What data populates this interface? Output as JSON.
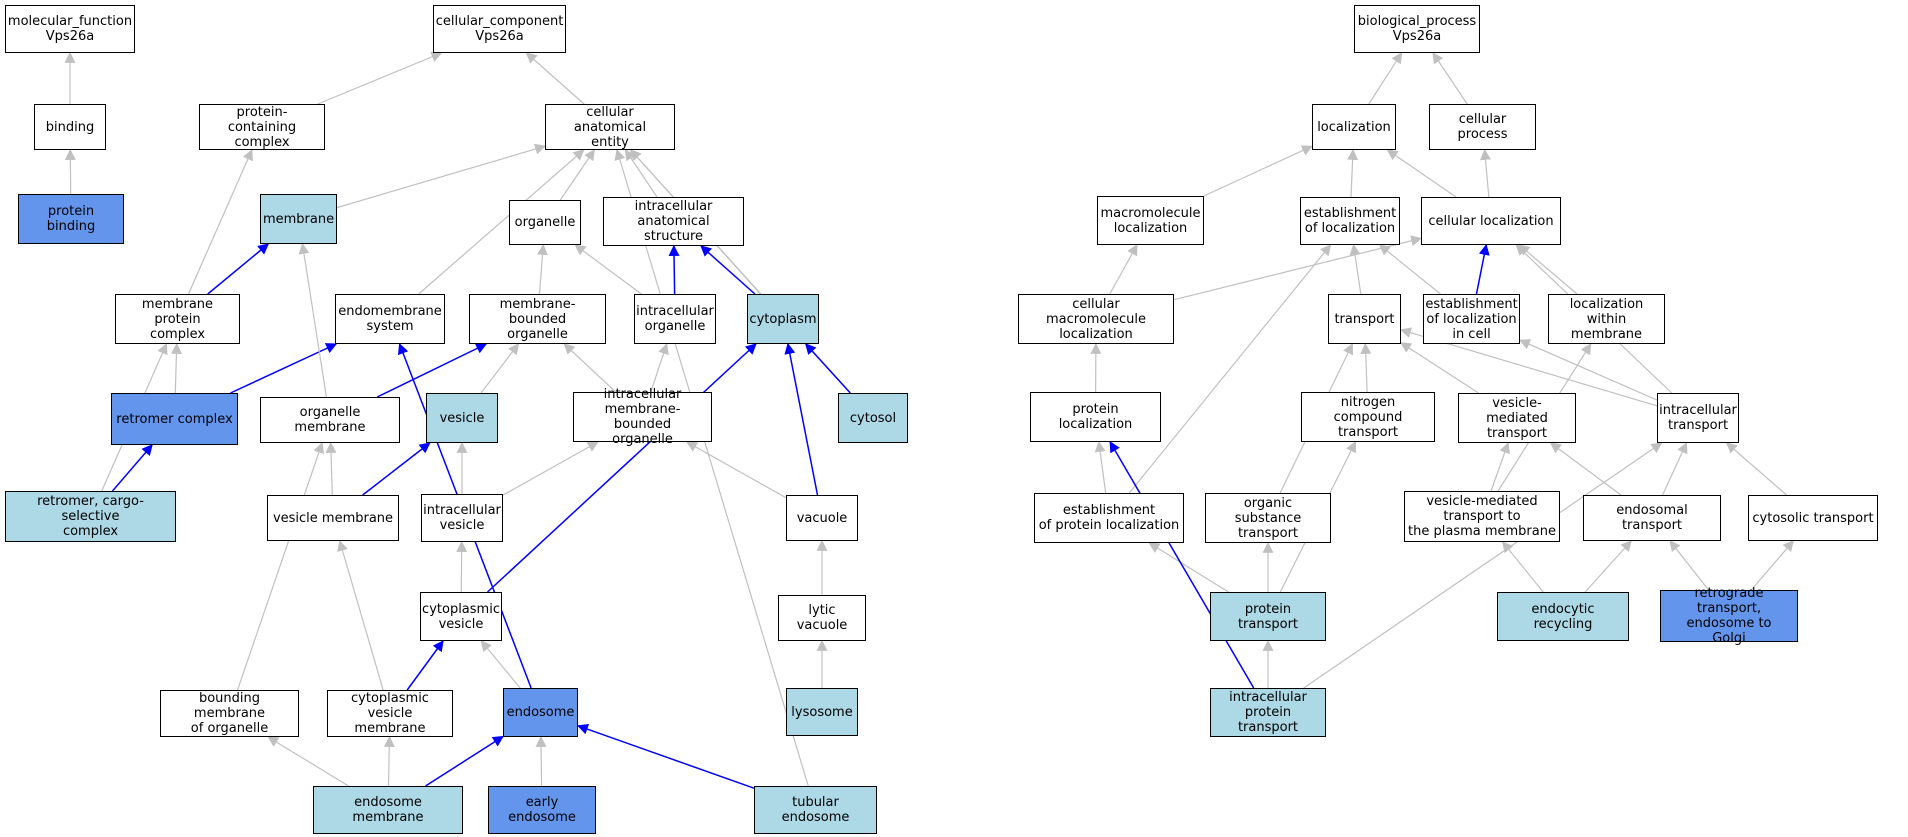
{
  "colors": {
    "white": "#ffffff",
    "light": "#add8e6",
    "dark": "#6495ed",
    "edge_gray": "#c0c0c0",
    "edge_blue": "#0000ff"
  },
  "nodes": [
    {
      "id": "mf_root",
      "label": "molecular_function\nVps26a",
      "fill": "white"
    },
    {
      "id": "binding",
      "label": "binding",
      "fill": "white"
    },
    {
      "id": "protein_binding",
      "label": "protein binding",
      "fill": "dark"
    },
    {
      "id": "cc_root",
      "label": "cellular_component\nVps26a",
      "fill": "white"
    },
    {
      "id": "protein_containing_complex",
      "label": "protein-containing\ncomplex",
      "fill": "white"
    },
    {
      "id": "cellular_anatomical_entity",
      "label": "cellular anatomical\nentity",
      "fill": "white"
    },
    {
      "id": "membrane",
      "label": "membrane",
      "fill": "light"
    },
    {
      "id": "organelle",
      "label": "organelle",
      "fill": "white"
    },
    {
      "id": "intracellular_anatomical_structure",
      "label": "intracellular\nanatomical structure",
      "fill": "white"
    },
    {
      "id": "membrane_protein_complex",
      "label": "membrane protein\ncomplex",
      "fill": "white"
    },
    {
      "id": "endomembrane_system",
      "label": "endomembrane\nsystem",
      "fill": "white"
    },
    {
      "id": "membrane_bounded_organelle",
      "label": "membrane-bounded\norganelle",
      "fill": "white"
    },
    {
      "id": "intracellular_organelle",
      "label": "intracellular\norganelle",
      "fill": "white"
    },
    {
      "id": "cytoplasm",
      "label": "cytoplasm",
      "fill": "light"
    },
    {
      "id": "retromer_complex",
      "label": "retromer complex",
      "fill": "dark"
    },
    {
      "id": "organelle_membrane",
      "label": "organelle membrane",
      "fill": "white"
    },
    {
      "id": "vesicle",
      "label": "vesicle",
      "fill": "light"
    },
    {
      "id": "intracellular_membrane_bounded_organelle",
      "label": "intracellular\nmembrane-bounded\norganelle",
      "fill": "white"
    },
    {
      "id": "cytosol",
      "label": "cytosol",
      "fill": "light"
    },
    {
      "id": "retromer_cargo_selective_complex",
      "label": "retromer, cargo-selective\ncomplex",
      "fill": "light"
    },
    {
      "id": "vesicle_membrane",
      "label": "vesicle membrane",
      "fill": "white"
    },
    {
      "id": "intracellular_vesicle",
      "label": "intracellular\nvesicle",
      "fill": "white"
    },
    {
      "id": "vacuole",
      "label": "vacuole",
      "fill": "white"
    },
    {
      "id": "cytoplasmic_vesicle",
      "label": "cytoplasmic\nvesicle",
      "fill": "white"
    },
    {
      "id": "lytic_vacuole",
      "label": "lytic vacuole",
      "fill": "white"
    },
    {
      "id": "bounding_membrane_of_organelle",
      "label": "bounding membrane\nof organelle",
      "fill": "white"
    },
    {
      "id": "cytoplasmic_vesicle_membrane",
      "label": "cytoplasmic\nvesicle membrane",
      "fill": "white"
    },
    {
      "id": "endosome",
      "label": "endosome",
      "fill": "dark"
    },
    {
      "id": "lysosome",
      "label": "lysosome",
      "fill": "light"
    },
    {
      "id": "endosome_membrane",
      "label": "endosome membrane",
      "fill": "light"
    },
    {
      "id": "early_endosome",
      "label": "early endosome",
      "fill": "dark"
    },
    {
      "id": "tubular_endosome",
      "label": "tubular endosome",
      "fill": "light"
    },
    {
      "id": "bp_root",
      "label": "biological_process\nVps26a",
      "fill": "white"
    },
    {
      "id": "localization",
      "label": "localization",
      "fill": "white"
    },
    {
      "id": "cellular_process",
      "label": "cellular process",
      "fill": "white"
    },
    {
      "id": "macromolecule_localization",
      "label": "macromolecule\nlocalization",
      "fill": "white"
    },
    {
      "id": "establishment_of_localization",
      "label": "establishment\nof localization",
      "fill": "white"
    },
    {
      "id": "cellular_localization",
      "label": "cellular localization",
      "fill": "white"
    },
    {
      "id": "cellular_macromolecule_localization",
      "label": "cellular macromolecule\nlocalization",
      "fill": "white"
    },
    {
      "id": "transport",
      "label": "transport",
      "fill": "white"
    },
    {
      "id": "establishment_of_localization_in_cell",
      "label": "establishment\nof localization\nin cell",
      "fill": "white"
    },
    {
      "id": "localization_within_membrane",
      "label": "localization\nwithin membrane",
      "fill": "white"
    },
    {
      "id": "protein_localization",
      "label": "protein localization",
      "fill": "white"
    },
    {
      "id": "nitrogen_compound_transport",
      "label": "nitrogen compound\ntransport",
      "fill": "white"
    },
    {
      "id": "vesicle_mediated_transport",
      "label": "vesicle-mediated\ntransport",
      "fill": "white"
    },
    {
      "id": "intracellular_transport",
      "label": "intracellular\ntransport",
      "fill": "white"
    },
    {
      "id": "establishment_of_protein_localization",
      "label": "establishment\nof protein localization",
      "fill": "white"
    },
    {
      "id": "organic_substance_transport",
      "label": "organic substance\ntransport",
      "fill": "white"
    },
    {
      "id": "vesicle_mediated_transport_to_pm",
      "label": "vesicle-mediated\ntransport to\nthe plasma membrane",
      "fill": "white"
    },
    {
      "id": "endosomal_transport",
      "label": "endosomal transport",
      "fill": "white"
    },
    {
      "id": "cytosolic_transport",
      "label": "cytosolic transport",
      "fill": "white"
    },
    {
      "id": "protein_transport",
      "label": "protein transport",
      "fill": "light"
    },
    {
      "id": "endocytic_recycling",
      "label": "endocytic recycling",
      "fill": "light"
    },
    {
      "id": "retrograde_transport",
      "label": "retrograde transport,\nendosome to\nGolgi",
      "fill": "dark"
    },
    {
      "id": "intracellular_protein_transport",
      "label": "intracellular\nprotein transport",
      "fill": "light"
    }
  ],
  "edges": [
    {
      "from": "binding",
      "to": "mf_root",
      "color": "edge_gray"
    },
    {
      "from": "protein_binding",
      "to": "binding",
      "color": "edge_gray"
    },
    {
      "from": "protein_containing_complex",
      "to": "cc_root",
      "color": "edge_gray"
    },
    {
      "from": "cellular_anatomical_entity",
      "to": "cc_root",
      "color": "edge_gray"
    },
    {
      "from": "membrane",
      "to": "cellular_anatomical_entity",
      "color": "edge_gray"
    },
    {
      "from": "organelle",
      "to": "cellular_anatomical_entity",
      "color": "edge_gray"
    },
    {
      "from": "intracellular_anatomical_structure",
      "to": "cellular_anatomical_entity",
      "color": "edge_gray"
    },
    {
      "from": "endomembrane_system",
      "to": "cellular_anatomical_entity",
      "color": "edge_gray"
    },
    {
      "from": "cytoplasm",
      "to": "cellular_anatomical_entity",
      "color": "edge_gray"
    },
    {
      "from": "cytosol",
      "to": "cellular_anatomical_entity",
      "color": "edge_gray"
    },
    {
      "from": "tubular_endosome",
      "to": "cellular_anatomical_entity",
      "color": "edge_gray"
    },
    {
      "from": "membrane_protein_complex",
      "to": "protein_containing_complex",
      "color": "edge_gray"
    },
    {
      "from": "membrane_protein_complex",
      "to": "membrane",
      "color": "edge_blue"
    },
    {
      "from": "retromer_complex",
      "to": "membrane_protein_complex",
      "color": "edge_gray"
    },
    {
      "from": "retromer_complex",
      "to": "endomembrane_system",
      "color": "edge_blue"
    },
    {
      "from": "retromer_cargo_selective_complex",
      "to": "retromer_complex",
      "color": "edge_blue"
    },
    {
      "from": "retromer_cargo_selective_complex",
      "to": "membrane_protein_complex",
      "color": "edge_gray"
    },
    {
      "from": "membrane_bounded_organelle",
      "to": "organelle",
      "color": "edge_gray"
    },
    {
      "from": "intracellular_organelle",
      "to": "organelle",
      "color": "edge_gray"
    },
    {
      "from": "intracellular_organelle",
      "to": "intracellular_anatomical_structure",
      "color": "edge_blue"
    },
    {
      "from": "cytoplasm",
      "to": "intracellular_anatomical_structure",
      "color": "edge_blue"
    },
    {
      "from": "organelle_membrane",
      "to": "membrane",
      "color": "edge_gray"
    },
    {
      "from": "organelle_membrane",
      "to": "membrane_bounded_organelle",
      "color": "edge_blue"
    },
    {
      "from": "vesicle",
      "to": "membrane_bounded_organelle",
      "color": "edge_gray"
    },
    {
      "from": "intracellular_membrane_bounded_organelle",
      "to": "membrane_bounded_organelle",
      "color": "edge_gray"
    },
    {
      "from": "intracellular_membrane_bounded_organelle",
      "to": "intracellular_organelle",
      "color": "edge_gray"
    },
    {
      "from": "cytosol",
      "to": "cytoplasm",
      "color": "edge_blue"
    },
    {
      "from": "vesicle_membrane",
      "to": "organelle_membrane",
      "color": "edge_gray"
    },
    {
      "from": "vesicle_membrane",
      "to": "vesicle",
      "color": "edge_blue"
    },
    {
      "from": "intracellular_vesicle",
      "to": "vesicle",
      "color": "edge_gray"
    },
    {
      "from": "intracellular_vesicle",
      "to": "intracellular_membrane_bounded_organelle",
      "color": "edge_gray"
    },
    {
      "from": "vacuole",
      "to": "intracellular_membrane_bounded_organelle",
      "color": "edge_gray"
    },
    {
      "from": "vacuole",
      "to": "cytoplasm",
      "color": "edge_blue"
    },
    {
      "from": "cytoplasmic_vesicle",
      "to": "intracellular_vesicle",
      "color": "edge_gray"
    },
    {
      "from": "cytoplasmic_vesicle",
      "to": "cytoplasm",
      "color": "edge_blue"
    },
    {
      "from": "lytic_vacuole",
      "to": "vacuole",
      "color": "edge_gray"
    },
    {
      "from": "bounding_membrane_of_organelle",
      "to": "organelle_membrane",
      "color": "edge_gray"
    },
    {
      "from": "cytoplasmic_vesicle_membrane",
      "to": "vesicle_membrane",
      "color": "edge_gray"
    },
    {
      "from": "cytoplasmic_vesicle_membrane",
      "to": "cytoplasmic_vesicle",
      "color": "edge_blue"
    },
    {
      "from": "endosome",
      "to": "cytoplasmic_vesicle",
      "color": "edge_gray"
    },
    {
      "from": "endosome",
      "to": "endomembrane_system",
      "color": "edge_blue"
    },
    {
      "from": "lysosome",
      "to": "lytic_vacuole",
      "color": "edge_gray"
    },
    {
      "from": "endosome_membrane",
      "to": "bounding_membrane_of_organelle",
      "color": "edge_gray"
    },
    {
      "from": "endosome_membrane",
      "to": "cytoplasmic_vesicle_membrane",
      "color": "edge_gray"
    },
    {
      "from": "endosome_membrane",
      "to": "endosome",
      "color": "edge_blue"
    },
    {
      "from": "early_endosome",
      "to": "endosome",
      "color": "edge_gray"
    },
    {
      "from": "tubular_endosome",
      "to": "endosome",
      "color": "edge_blue"
    },
    {
      "from": "localization",
      "to": "bp_root",
      "color": "edge_gray"
    },
    {
      "from": "cellular_process",
      "to": "bp_root",
      "color": "edge_gray"
    },
    {
      "from": "macromolecule_localization",
      "to": "localization",
      "color": "edge_gray"
    },
    {
      "from": "establishment_of_localization",
      "to": "localization",
      "color": "edge_gray"
    },
    {
      "from": "cellular_localization",
      "to": "localization",
      "color": "edge_gray"
    },
    {
      "from": "cellular_localization",
      "to": "cellular_process",
      "color": "edge_gray"
    },
    {
      "from": "cellular_macromolecule_localization",
      "to": "macromolecule_localization",
      "color": "edge_gray"
    },
    {
      "from": "cellular_macromolecule_localization",
      "to": "cellular_localization",
      "color": "edge_gray"
    },
    {
      "from": "transport",
      "to": "establishment_of_localization",
      "color": "edge_gray"
    },
    {
      "from": "establishment_of_localization_in_cell",
      "to": "establishment_of_localization",
      "color": "edge_gray"
    },
    {
      "from": "establishment_of_localization_in_cell",
      "to": "cellular_localization",
      "color": "edge_blue"
    },
    {
      "from": "localization_within_membrane",
      "to": "cellular_localization",
      "color": "edge_gray"
    },
    {
      "from": "intracellular_transport",
      "to": "cellular_localization",
      "color": "edge_gray"
    },
    {
      "from": "protein_localization",
      "to": "cellular_macromolecule_localization",
      "color": "edge_gray"
    },
    {
      "from": "establishment_of_protein_localization",
      "to": "establishment_of_localization",
      "color": "edge_gray"
    },
    {
      "from": "establishment_of_protein_localization",
      "to": "protein_localization",
      "color": "edge_gray"
    },
    {
      "from": "nitrogen_compound_transport",
      "to": "transport",
      "color": "edge_gray"
    },
    {
      "from": "vesicle_mediated_transport",
      "to": "transport",
      "color": "edge_gray"
    },
    {
      "from": "intracellular_transport",
      "to": "transport",
      "color": "edge_gray"
    },
    {
      "from": "intracellular_transport",
      "to": "establishment_of_localization_in_cell",
      "color": "edge_gray"
    },
    {
      "from": "organic_substance_transport",
      "to": "transport",
      "color": "edge_gray"
    },
    {
      "from": "vesicle_mediated_transport_to_pm",
      "to": "vesicle_mediated_transport",
      "color": "edge_gray"
    },
    {
      "from": "vesicle_mediated_transport_to_pm",
      "to": "localization_within_membrane",
      "color": "edge_gray"
    },
    {
      "from": "endosomal_transport",
      "to": "vesicle_mediated_transport",
      "color": "edge_gray"
    },
    {
      "from": "endosomal_transport",
      "to": "intracellular_transport",
      "color": "edge_gray"
    },
    {
      "from": "cytosolic_transport",
      "to": "intracellular_transport",
      "color": "edge_gray"
    },
    {
      "from": "protein_transport",
      "to": "establishment_of_protein_localization",
      "color": "edge_gray"
    },
    {
      "from": "protein_transport",
      "to": "organic_substance_transport",
      "color": "edge_gray"
    },
    {
      "from": "protein_transport",
      "to": "nitrogen_compound_transport",
      "color": "edge_gray"
    },
    {
      "from": "endocytic_recycling",
      "to": "vesicle_mediated_transport_to_pm",
      "color": "edge_gray"
    },
    {
      "from": "endocytic_recycling",
      "to": "endosomal_transport",
      "color": "edge_gray"
    },
    {
      "from": "retrograde_transport",
      "to": "endosomal_transport",
      "color": "edge_gray"
    },
    {
      "from": "retrograde_transport",
      "to": "cytosolic_transport",
      "color": "edge_gray"
    },
    {
      "from": "intracellular_protein_transport",
      "to": "protein_transport",
      "color": "edge_gray"
    },
    {
      "from": "intracellular_protein_transport",
      "to": "protein_localization",
      "color": "edge_blue"
    },
    {
      "from": "intracellular_protein_transport",
      "to": "intracellular_transport",
      "color": "edge_gray"
    }
  ]
}
